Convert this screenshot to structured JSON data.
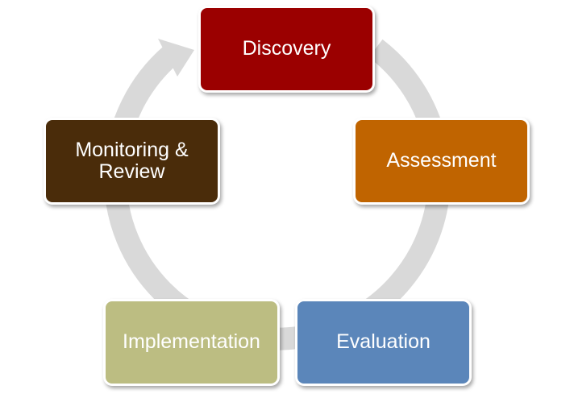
{
  "diagram": {
    "stages": [
      {
        "id": "discovery",
        "label": "Discovery",
        "color": "#9b0000"
      },
      {
        "id": "assessment",
        "label": "Assessment",
        "color": "#c06400"
      },
      {
        "id": "evaluation",
        "label": "Evaluation",
        "color": "#5b86ba"
      },
      {
        "id": "implementation",
        "label": "Implementation",
        "color": "#bcbd82"
      },
      {
        "id": "monitoring",
        "label": "Monitoring &\nReview",
        "color": "#4a2c0a"
      }
    ],
    "ring_color": "#d9d9d9"
  }
}
